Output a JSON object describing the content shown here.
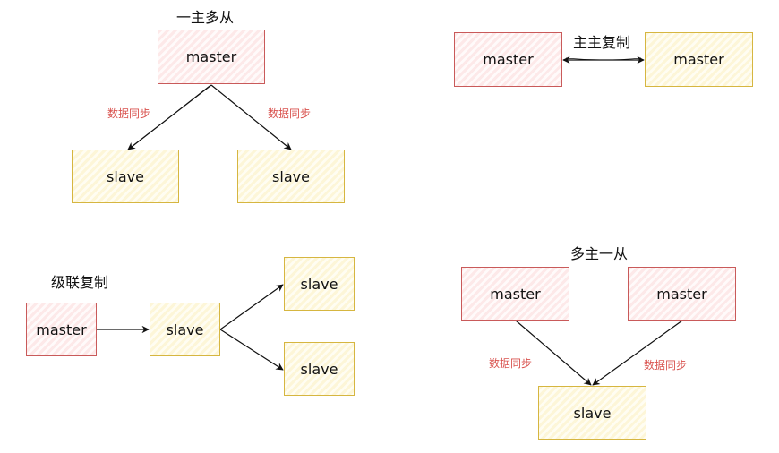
{
  "sections": {
    "one_master_many_slaves": {
      "title": "一主多从",
      "master": "master",
      "slave_left": "slave",
      "slave_right": "slave",
      "label_left": "数据同步",
      "label_right": "数据同步"
    },
    "master_master": {
      "title": "主主复制",
      "master_left": "master",
      "master_right": "master"
    },
    "cascade": {
      "title": "级联复制",
      "master": "master",
      "slave_mid": "slave",
      "slave_top": "slave",
      "slave_bottom": "slave"
    },
    "many_masters_one_slave": {
      "title": "多主一从",
      "master_left": "master",
      "master_right": "master",
      "slave": "slave",
      "label_left": "数据同步",
      "label_right": "数据同步"
    }
  },
  "colors": {
    "master_border": "#c95a5a",
    "slave_border": "#d6b640",
    "label_text": "#d9534f"
  }
}
